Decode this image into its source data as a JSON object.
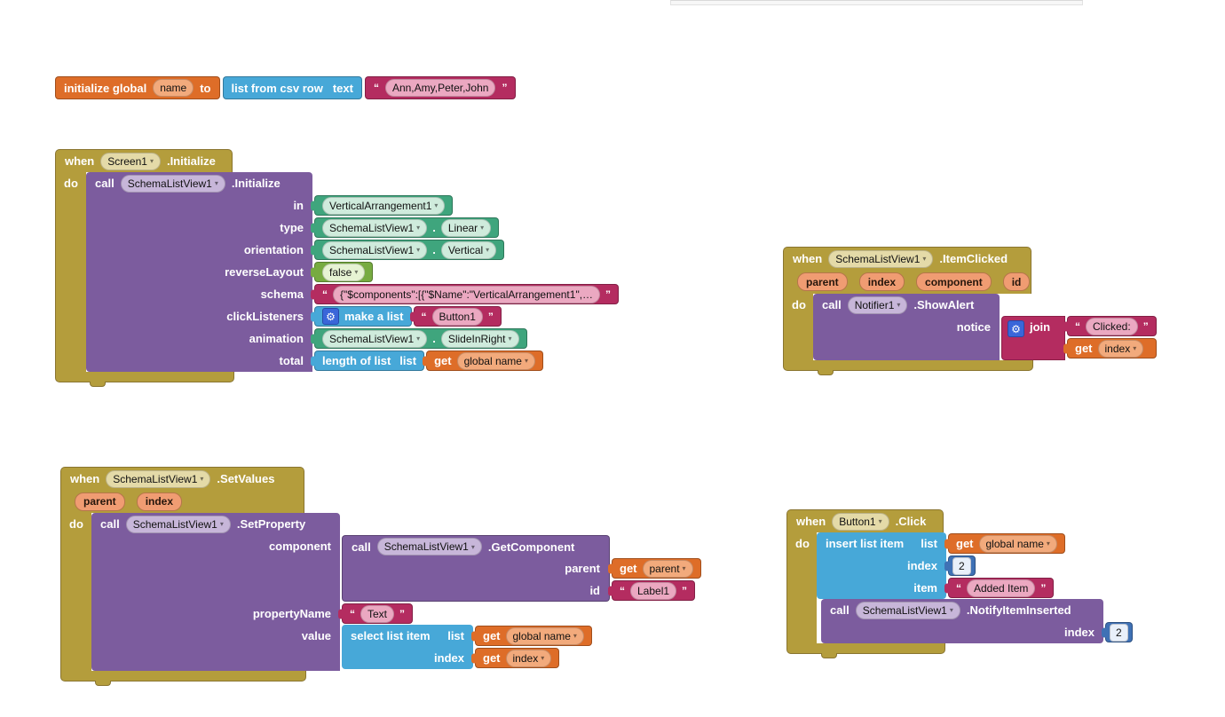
{
  "palette": {
    "event_gold": "#B49D3C",
    "method_purple": "#7C5C9E",
    "list_blue": "#47A8D8",
    "text_magenta": "#B42C60",
    "variable_orange": "#DE6D28",
    "component_green": "#3FA57D",
    "logic_green": "#77AB41",
    "math_blue": "#3F71B5",
    "param_pill": "#F09C72"
  },
  "icons": {
    "dropdown": "▾",
    "gear": "⚙"
  },
  "quotes": {
    "open": "“",
    "close": "”"
  },
  "init_global": {
    "keyword": "initialize global",
    "name": "name",
    "to": "to",
    "csv_label": "list from csv row",
    "csv_param": "text",
    "value": "Ann,Amy,Peter,John"
  },
  "screen_init": {
    "when": "when",
    "component": "Screen1",
    "event": ".Initialize",
    "do": "do",
    "call_label": "call",
    "call_component": "SchemaListView1",
    "method": ".Initialize",
    "dot": ".",
    "rows": {
      "in_label": "in",
      "in_value": "VerticalArrangement1",
      "type_label": "type",
      "type_component": "SchemaListView1",
      "type_value": "Linear",
      "orientation_label": "orientation",
      "orientation_component": "SchemaListView1",
      "orientation_value": "Vertical",
      "reverse_label": "reverseLayout",
      "reverse_value": "false",
      "schema_label": "schema",
      "schema_value": "{\"$components\":[{\"$Name\":\"VerticalArrangement1\",…",
      "click_label": "clickListeners",
      "make_list": "make a list",
      "click_value": "Button1",
      "animation_label": "animation",
      "animation_component": "SchemaListView1",
      "animation_value": "SlideInRight",
      "total_label": "total",
      "length_label": "length of list",
      "length_param": "list",
      "get": "get",
      "total_var": "global name"
    }
  },
  "item_clicked": {
    "when": "when",
    "component": "SchemaListView1",
    "event": ".ItemClicked",
    "params": [
      "parent",
      "index",
      "component",
      "id"
    ],
    "do": "do",
    "call_label": "call",
    "call_component": "Notifier1",
    "method": ".ShowAlert",
    "notice_label": "notice",
    "join_label": "join",
    "text_value": "Clicked:",
    "get": "get",
    "index_var": "index"
  },
  "set_values": {
    "when": "when",
    "component": "SchemaListView1",
    "event": ".SetValues",
    "params": [
      "parent",
      "index"
    ],
    "do": "do",
    "call_label": "call",
    "call_component": "SchemaListView1",
    "method": ".SetProperty",
    "component_param": "component",
    "get_component": {
      "call_label": "call",
      "component": "SchemaListView1",
      "method": ".GetComponent",
      "parent_param": "parent",
      "get": "get",
      "parent_var": "parent",
      "id_param": "id",
      "id_value": "Label1"
    },
    "property_param": "propertyName",
    "property_value": "Text",
    "value_param": "value",
    "select_label": "select list item",
    "select_list_param": "list",
    "get": "get",
    "list_var": "global name",
    "select_index_param": "index",
    "index_var": "index"
  },
  "button_click": {
    "when": "when",
    "component": "Button1",
    "event": ".Click",
    "do": "do",
    "insert_label": "insert list item",
    "list_param": "list",
    "get": "get",
    "list_var": "global name",
    "index_param": "index",
    "index_value": "2",
    "item_param": "item",
    "item_value": "Added Item",
    "call_label": "call",
    "call_component": "SchemaListView1",
    "method": ".NotifyItemInserted",
    "notify_index_param": "index",
    "notify_index_value": "2"
  }
}
